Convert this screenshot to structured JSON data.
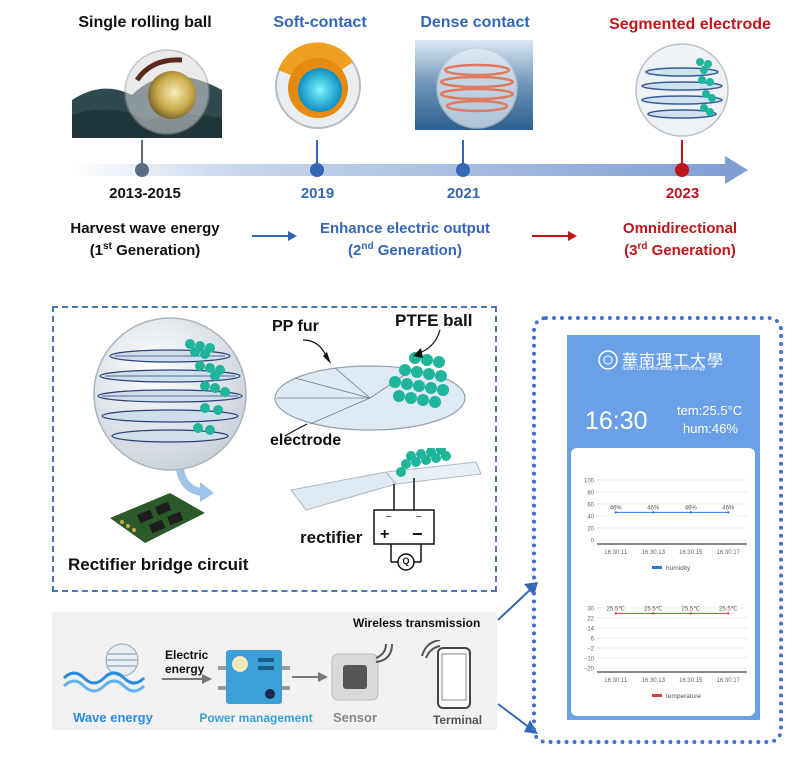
{
  "timeline": {
    "items": [
      {
        "title": "Single rolling ball",
        "year": "2013-2015"
      },
      {
        "title": "Soft-contact",
        "year": "2019"
      },
      {
        "title": "Dense contact",
        "year": "2021"
      },
      {
        "title": "Segmented electrode",
        "year": "2023"
      }
    ],
    "generations": [
      {
        "line1": "Harvest wave energy",
        "line2_pre": "(1",
        "sup": "st",
        "line2_post": " Generation)"
      },
      {
        "line1": "Enhance electric output",
        "line2_pre": "(2",
        "sup": "nd",
        "line2_post": " Generation)"
      },
      {
        "line1": "Omnidirectional",
        "line2_pre": "(3",
        "sup": "rd",
        "line2_post": " Generation)"
      }
    ]
  },
  "structure": {
    "pp_fur": "PP fur",
    "ptfe_ball": "PTFE ball",
    "electrode": "electrode",
    "rectifier": "rectifier",
    "plus": "+",
    "minus": "−",
    "meter": "Q",
    "rectifier_bridge": "Rectifier bridge circuit"
  },
  "system": {
    "electric_energy_1": "Electric",
    "electric_energy_2": "energy",
    "wireless": "Wireless transmission",
    "wave_energy": "Wave energy",
    "power_management": "Power management",
    "sensor": "Sensor",
    "terminal": "Terminal"
  },
  "phone": {
    "university_cn": "華南理工大學",
    "university_en": "South China University of Technology",
    "time": "16:30",
    "temperature": "tem:25.5°C",
    "humidity": "hum:46%"
  },
  "chart_data": [
    {
      "type": "line",
      "x": [
        "16:30:11",
        "16:30:13",
        "16:30:15",
        "16:30:17"
      ],
      "series": [
        {
          "name": "humidity",
          "values": [
            46,
            46,
            46,
            46
          ],
          "labels": [
            "46%",
            "46%",
            "46%",
            "46%"
          ],
          "color": "#2b78e4"
        }
      ],
      "yticks": [
        "100",
        "80",
        "60",
        "40",
        "20",
        "0"
      ],
      "ylim": [
        0,
        100
      ]
    },
    {
      "type": "line",
      "x": [
        "16:30:11",
        "16:30:13",
        "16:30:15",
        "16:30:17"
      ],
      "series": [
        {
          "name": "temperature",
          "values": [
            25.5,
            25.5,
            25.5,
            25.5
          ],
          "labels": [
            "25.5℃",
            "25.5℃",
            "25.5℃",
            "25.5℃"
          ],
          "color": "#e53935"
        }
      ],
      "yticks": [
        "30",
        "22",
        "14",
        "6",
        "−2",
        "−10",
        "−20"
      ],
      "ylim": [
        -20,
        30
      ]
    }
  ]
}
